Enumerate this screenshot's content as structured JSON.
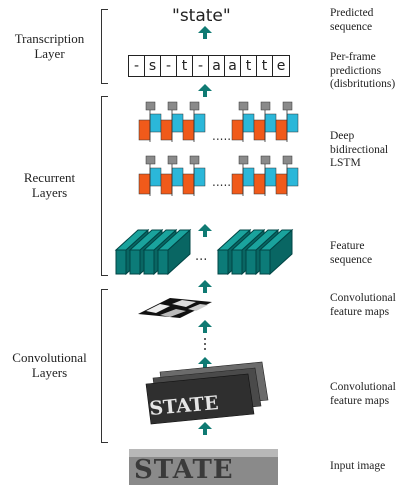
{
  "left_labels": {
    "transcription": [
      "Transcription",
      "Layer"
    ],
    "recurrent": [
      "Recurrent",
      "Layers"
    ],
    "convolutional": [
      "Convolutional",
      "Layers"
    ]
  },
  "right_labels": {
    "predicted": [
      "Predicted",
      "sequence"
    ],
    "perframe": [
      "Per-frame",
      "predictions",
      "(disbritutions)"
    ],
    "lstm": [
      "Deep",
      "bidirectional",
      "LSTM"
    ],
    "feature_seq": [
      "Feature",
      "sequence"
    ],
    "conv_maps_1": [
      "Convolutional",
      "feature maps"
    ],
    "conv_maps_2": [
      "Convolutional",
      "feature maps"
    ],
    "input": [
      "Input image"
    ]
  },
  "predicted_text": "\"state\"",
  "frame_chars": [
    "-",
    "s",
    "-",
    "t",
    "-",
    "a",
    "a",
    "t",
    "t",
    "e"
  ],
  "ellipsis": "...",
  "input_word": "STATE",
  "colors": {
    "arrow": "#0f7a73",
    "lstm_orange": "#f05a1a",
    "lstm_cyan": "#2bb7d9",
    "lstm_gray": "#8a8a8a",
    "feature_teal": "#0c7b78"
  }
}
